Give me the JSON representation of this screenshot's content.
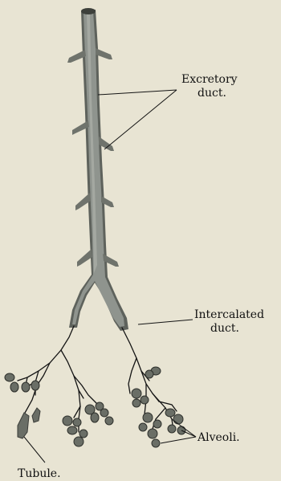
{
  "figure": {
    "background": "#e8e4d3",
    "duct_color": "#8f948e",
    "duct_shadow": "#5e625c",
    "ink_color": "#141414",
    "labels": {
      "excretory_line1": "Excretory",
      "excretory_line2": "duct.",
      "intercalated_line1": "Intercalated",
      "intercalated_line2": "duct.",
      "alveoli": "Alveoli.",
      "tubule": "Tubule."
    }
  }
}
